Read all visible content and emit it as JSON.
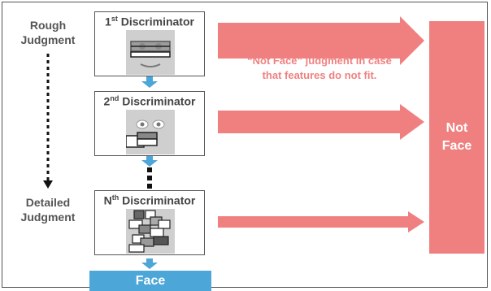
{
  "labels": {
    "rough": "Rough\nJudgment",
    "detailed": "Detailed\nJudgment"
  },
  "discriminators": [
    {
      "prefix": "1",
      "sup": "st",
      "suffix": " Discriminator"
    },
    {
      "prefix": "2",
      "sup": "nd",
      "suffix": " Discriminator"
    },
    {
      "prefix": "N",
      "sup": "th",
      "suffix": " Discriminator"
    }
  ],
  "note_lines": [
    "“Not Face” judgment in case",
    "that features do not fit."
  ],
  "not_face_lines": [
    "Not",
    "Face"
  ],
  "face_label": "Face",
  "colors": {
    "arrow_pink": "#f08080",
    "arrow_blue": "#4da6d8",
    "frame": "#555555",
    "face_gray": "#cfcfcf"
  }
}
